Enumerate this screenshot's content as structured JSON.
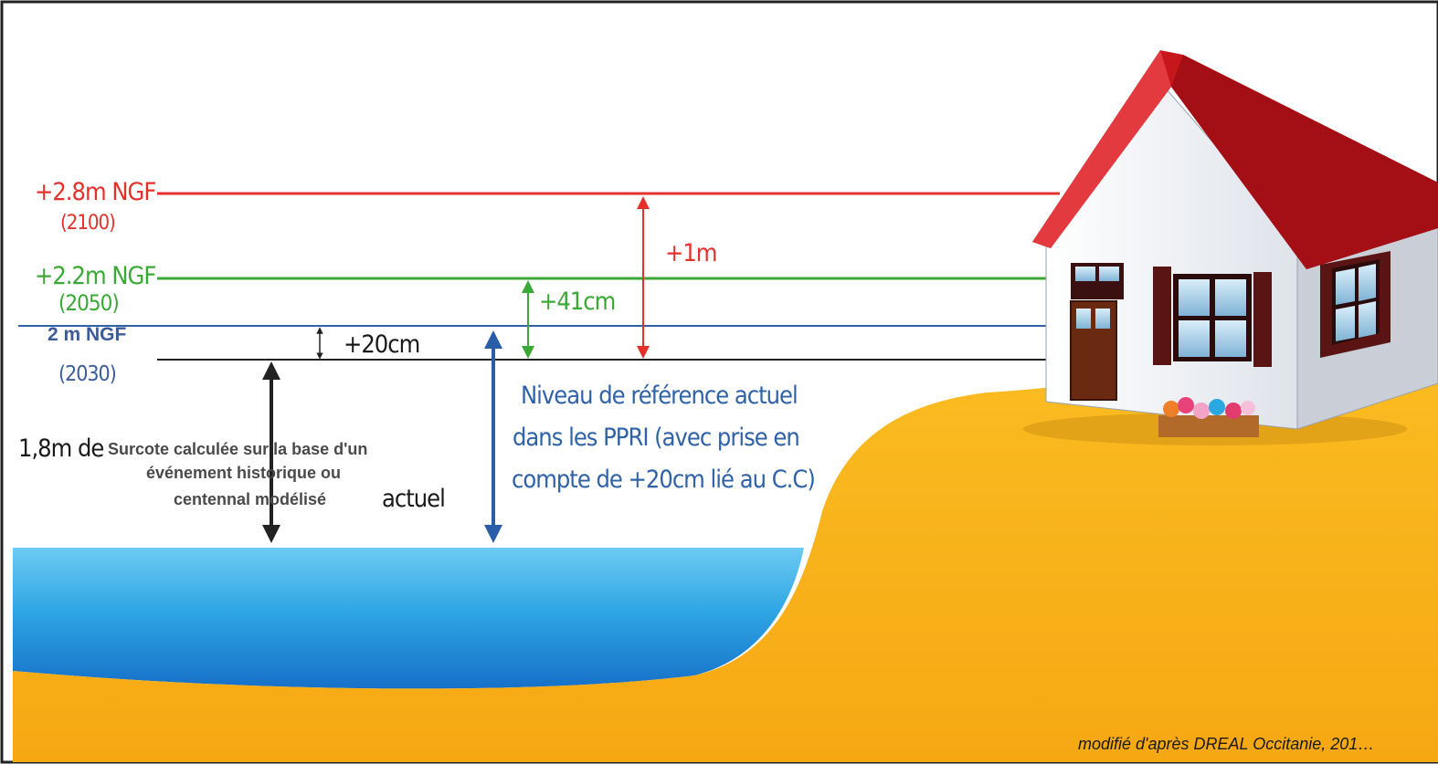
{
  "levels": {
    "l2100": {
      "label": "+2.8m NGF",
      "year": "(2100)",
      "color": "#e4312b"
    },
    "l2050": {
      "label": "+2.2m NGF",
      "year": "(2050)",
      "color": "#3aa935"
    },
    "l2030": {
      "label": "2 m NGF",
      "year": "(2030)",
      "color": "#2f62a6"
    }
  },
  "deltas": {
    "plus1m": "+1m",
    "plus41cm": "+41cm",
    "plus20cm": "+20cm"
  },
  "surcote": {
    "prefix": "1,8m de",
    "line1": "Surcote calculée sur la base d'un",
    "line2": "événement historique ou",
    "line3": "centennal modélisé",
    "suffix": "actuel"
  },
  "reference": {
    "line1": "Niveau de référence actuel",
    "line2": "dans les PPRI (avec prise en",
    "line3": "compte de +20cm lié au C.C)"
  },
  "credit": "modifié d'après DREAL Occitanie, 201…",
  "colors": {
    "sand": "#f7b81c",
    "sea_top": "#5cc3ef",
    "sea_bottom": "#1d7fd0",
    "roof": "#c8161d",
    "shutter": "#5a1414",
    "door": "#6a2a12"
  }
}
